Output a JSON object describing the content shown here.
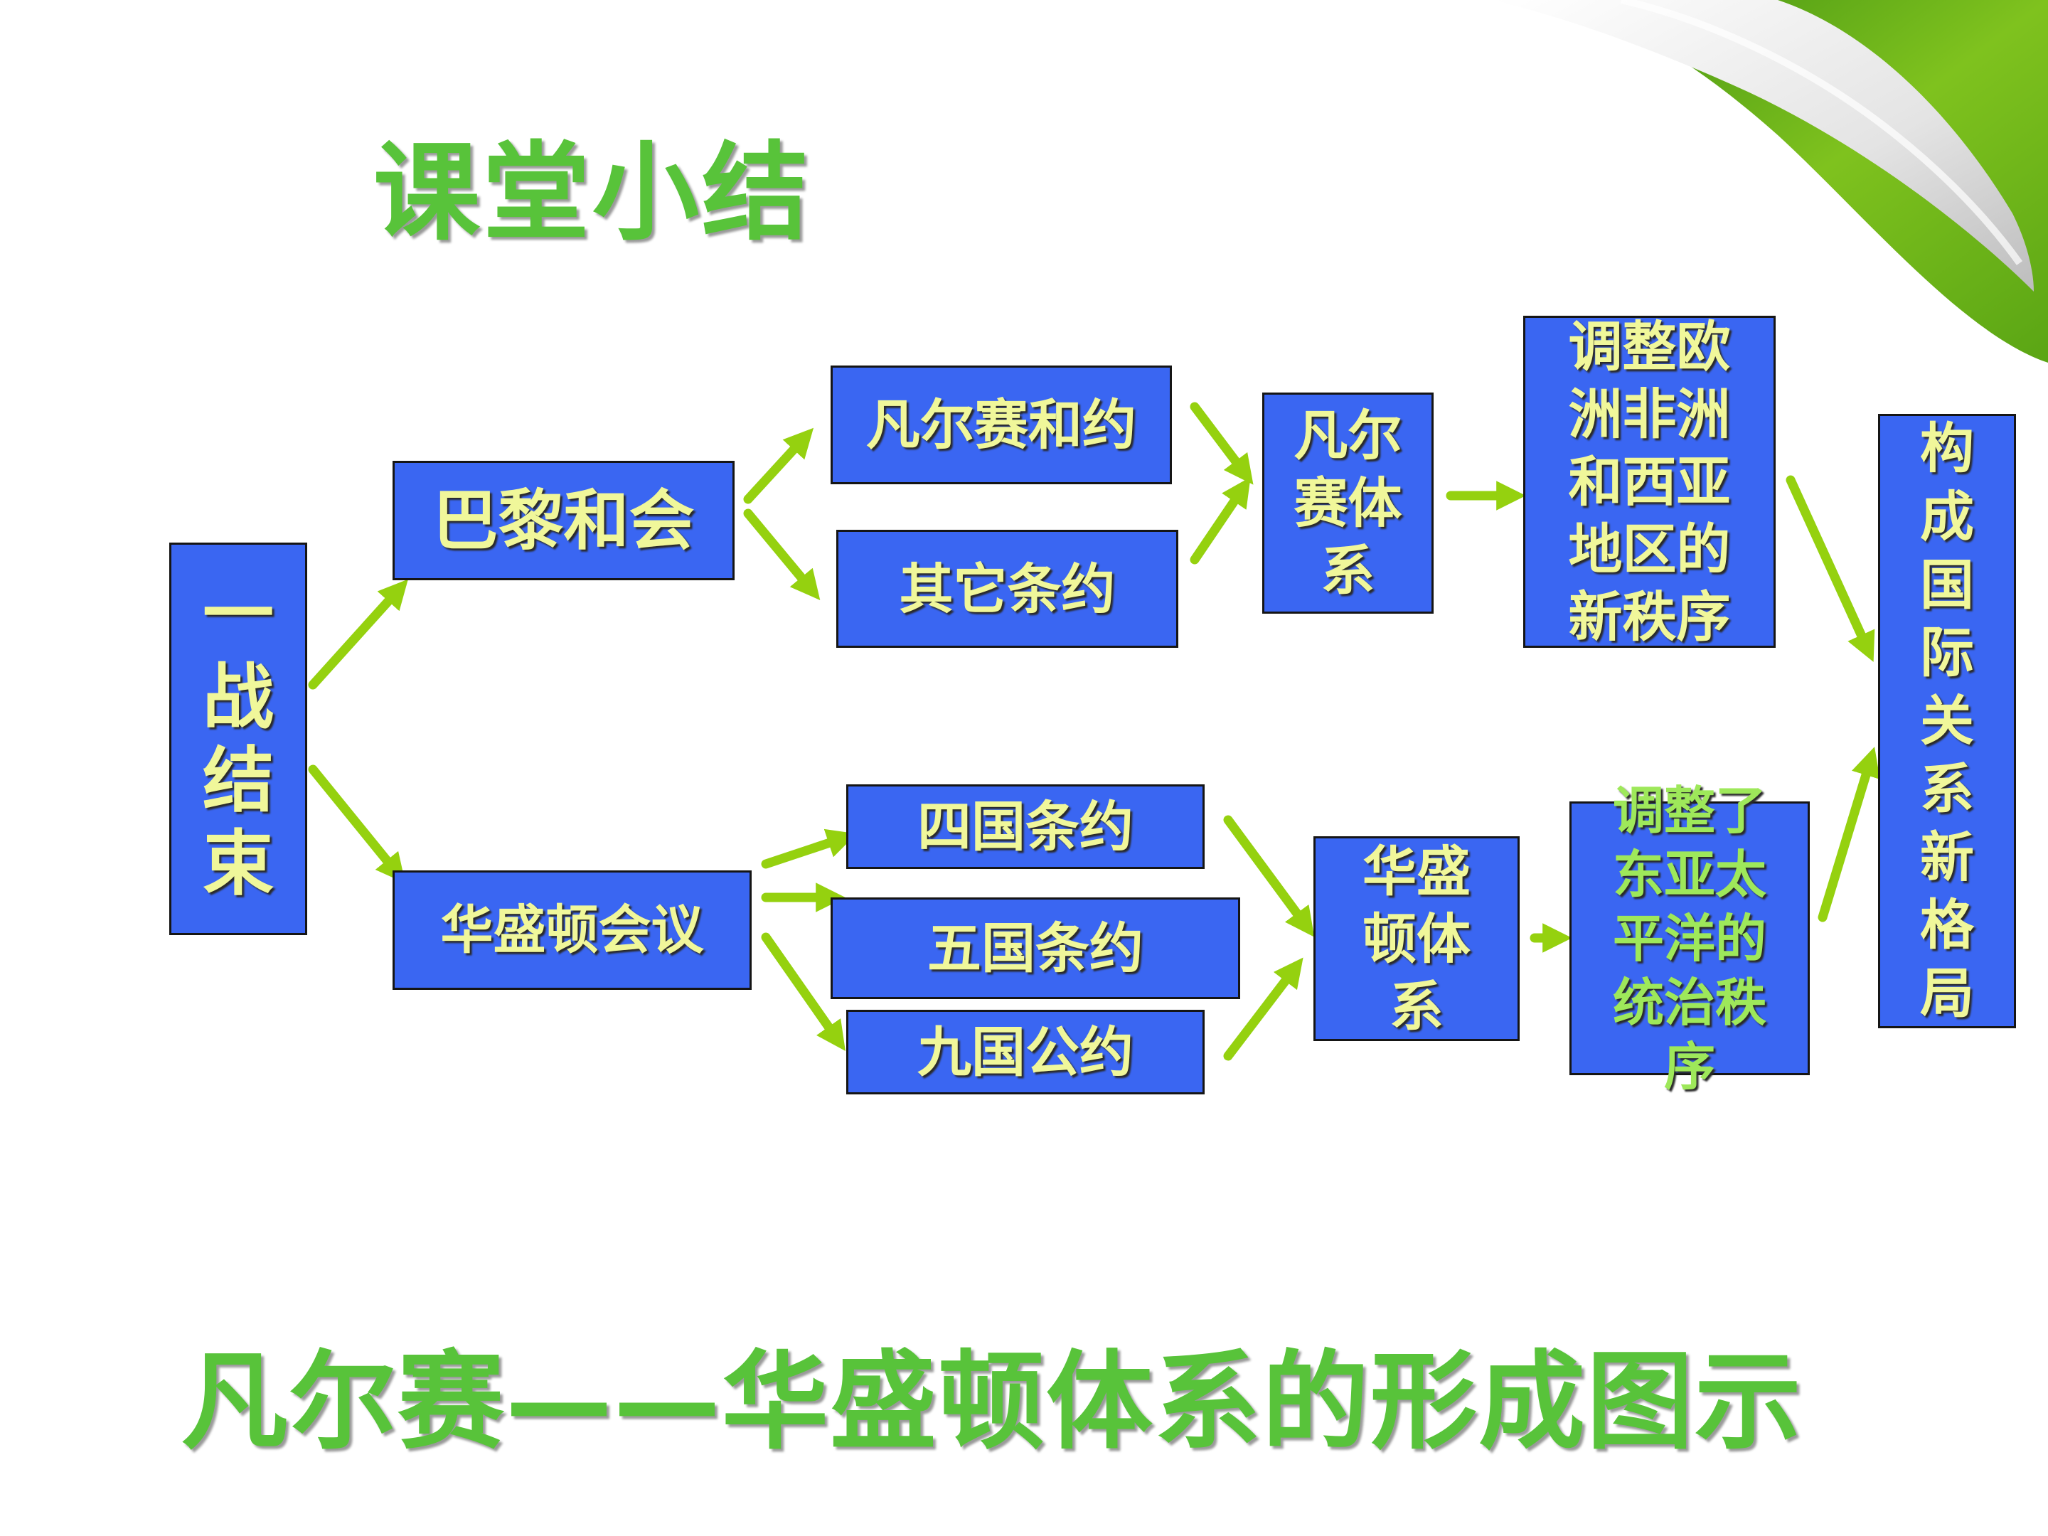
{
  "slide": {
    "title": "课堂小结",
    "caption": "凡尔赛——华盛顿体系的形成图示"
  },
  "colors": {
    "box_fill": "#3a66f2",
    "box_text": "#f0f79a",
    "arrow": "#95d10f",
    "heading": "#58c33a"
  },
  "nodes": {
    "ww1_end": "一战结束",
    "paris_conference": "巴黎和会",
    "washington_conference": "华盛顿会议",
    "versailles_treaty": "凡尔赛和约",
    "other_treaties": "其它条约",
    "four_power_treaty": "四国条约",
    "five_power_treaty": "五国条约",
    "nine_power_treaty": "九国公约",
    "versailles_system": "凡尔赛体系",
    "washington_system": "华盛顿体系",
    "europe_order": "调整欧洲非洲和西亚地区的新秩序",
    "east_asia_order": "调整了东亚太平洋的统治秩序",
    "new_pattern": "构成国际关系新格局"
  }
}
